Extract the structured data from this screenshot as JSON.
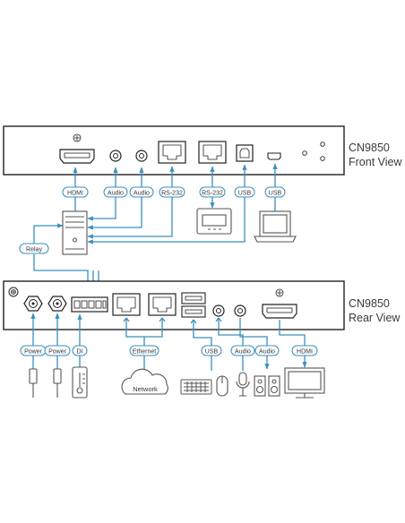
{
  "front": {
    "model": "CN9850",
    "view": "Front View",
    "labels": {
      "hdmi": "HDMI",
      "audio1": "Audio",
      "audio2": "Audio",
      "rs232_port": "RS-232",
      "rs232_dev": "RS-232",
      "usb1": "USB",
      "usb2": "USB",
      "relay": "Relay"
    }
  },
  "rear": {
    "model": "CN9850",
    "view": "Rear View",
    "labels": {
      "power1": "Power",
      "power2": "Power",
      "di": "DI",
      "ethernet": "Ethernet",
      "network": "Network",
      "usb": "USB",
      "audio1": "Audio",
      "audio2": "Audio",
      "hdmi": "HDMI"
    }
  },
  "colors": {
    "cable": "#3a8fbf",
    "panel_stroke": "#222222",
    "device_stroke": "#555555",
    "pill_stroke": "#3a8fbf",
    "text": "#333333"
  }
}
